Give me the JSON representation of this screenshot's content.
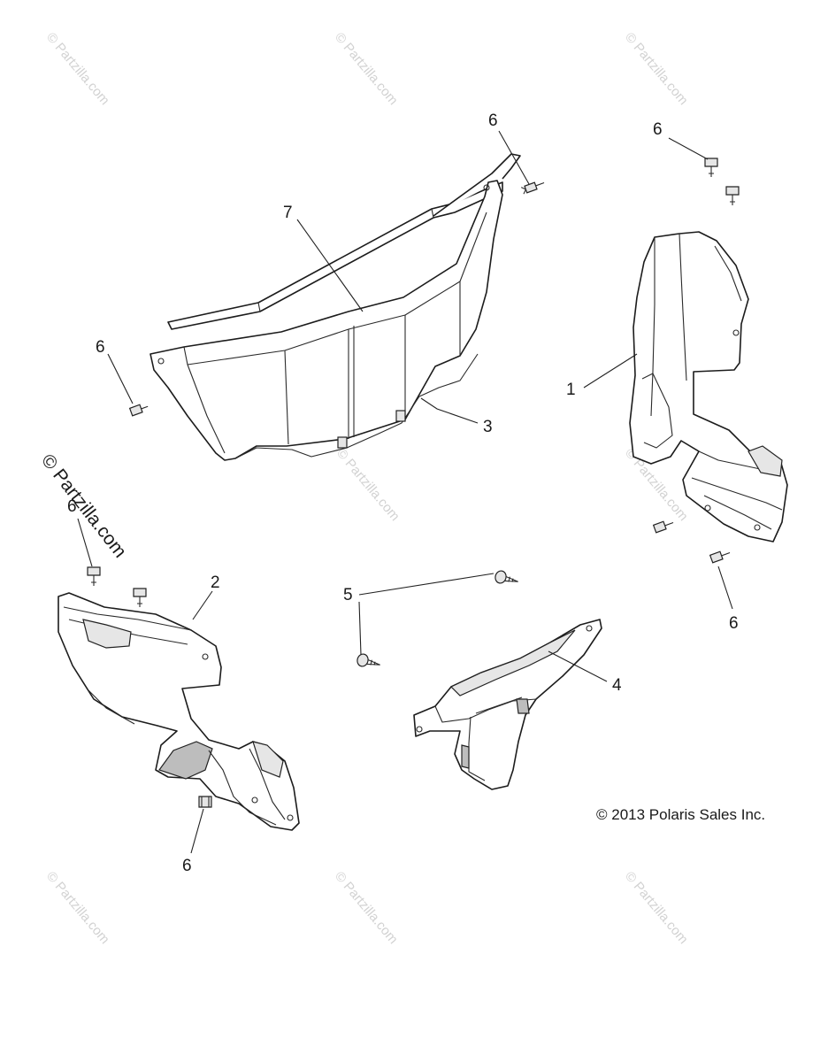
{
  "copyright": "© 2013 Polaris Sales Inc.",
  "watermark": {
    "text": "© Partzilla.com",
    "prominent_text": "© Partzilla.com"
  },
  "callouts": {
    "c1": "1",
    "c2": "2",
    "c3": "3",
    "c4": "4",
    "c5": "5",
    "c6a": "6",
    "c6b": "6",
    "c6c": "6",
    "c6d": "6",
    "c6e": "6",
    "c6f": "6",
    "c7": "7"
  }
}
